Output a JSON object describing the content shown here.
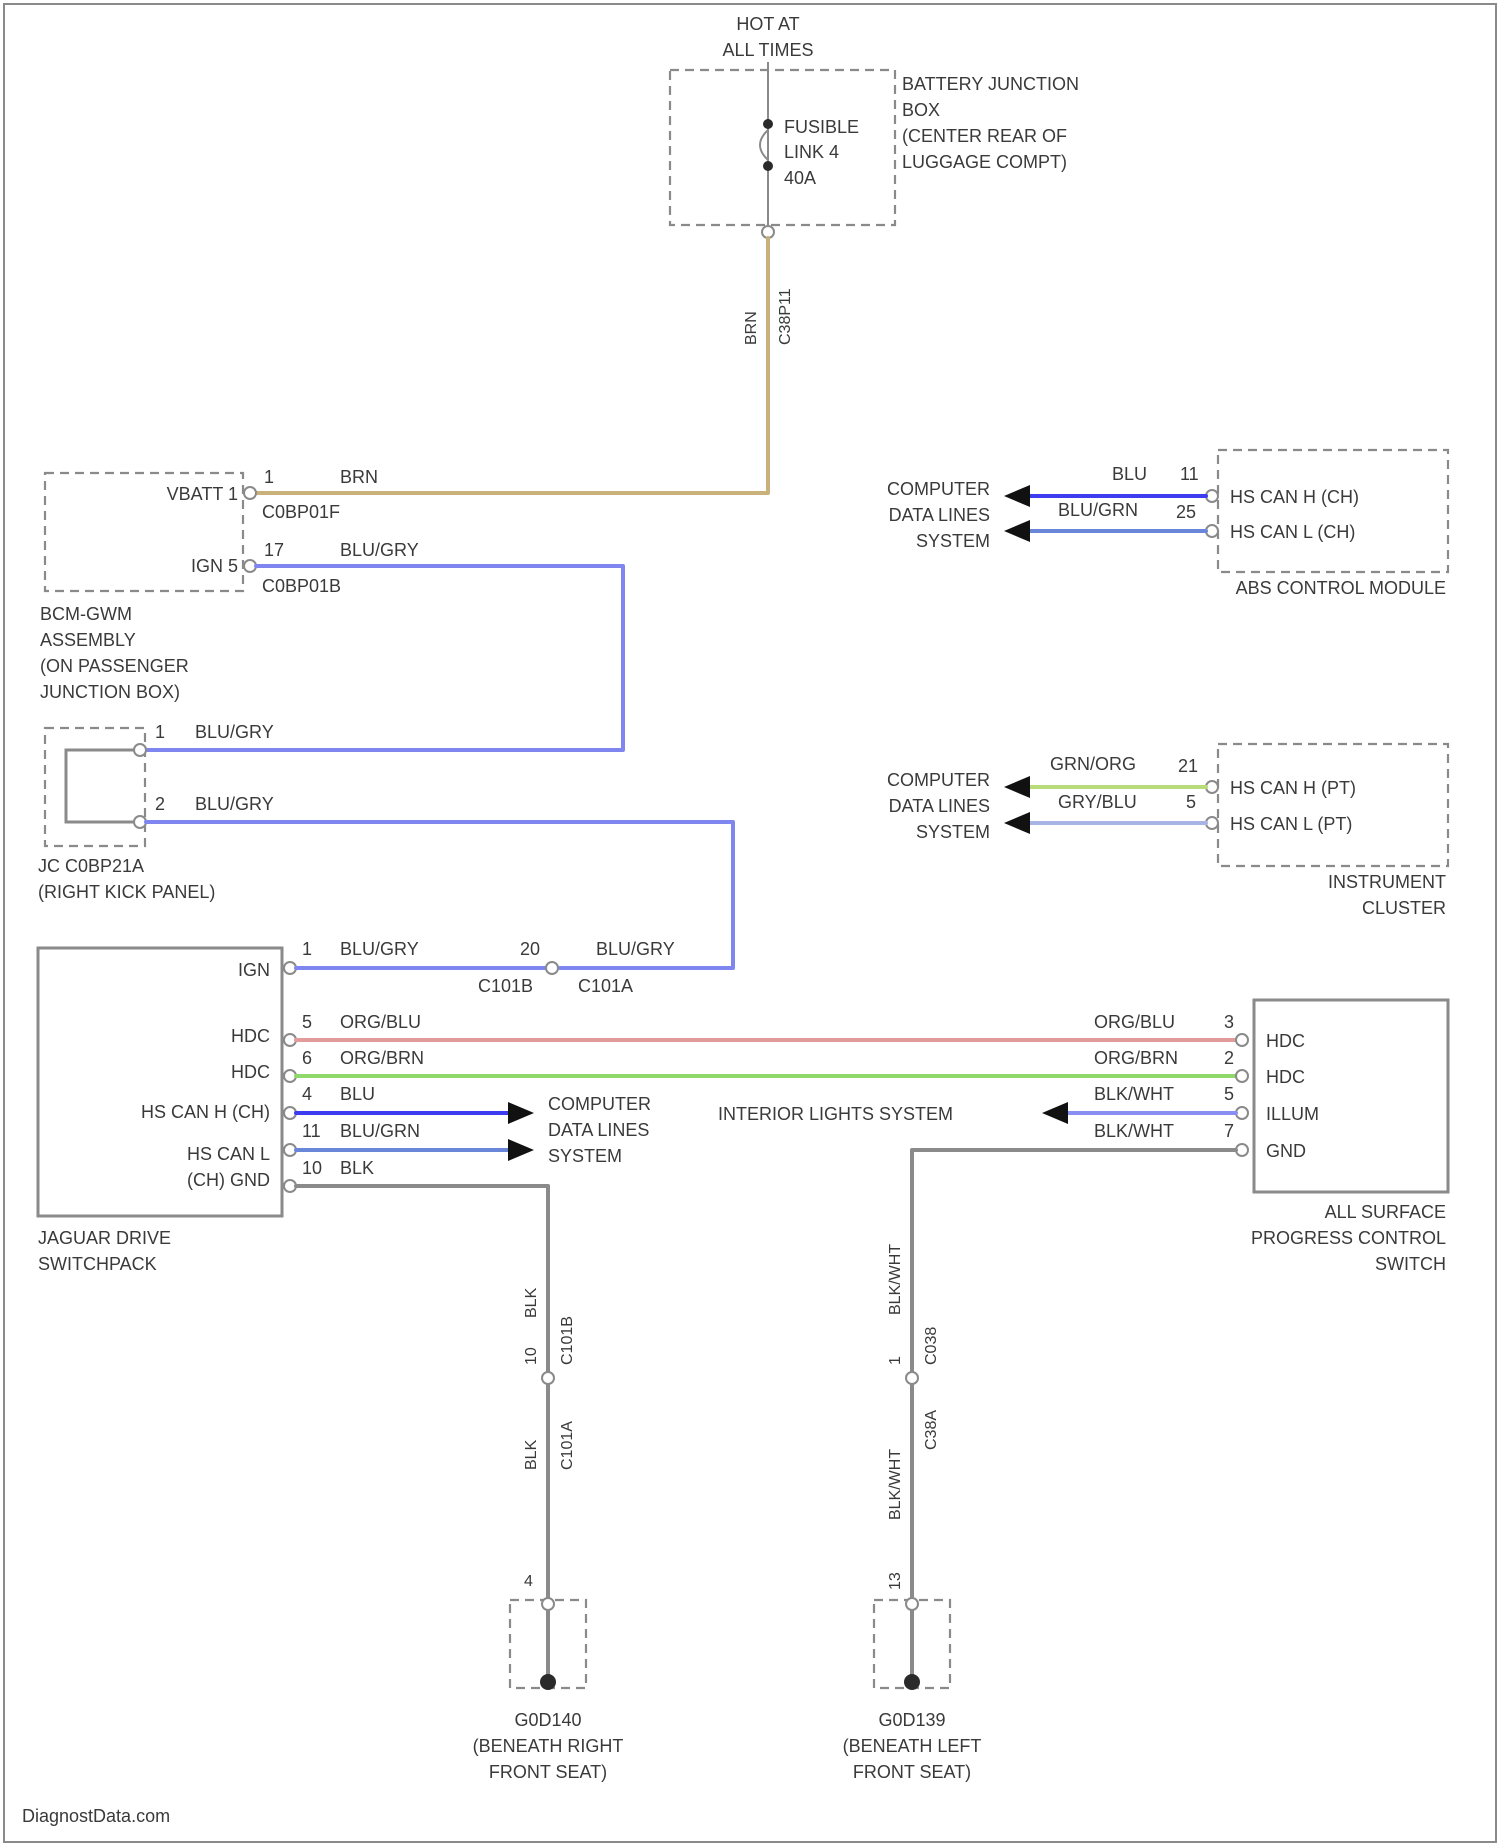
{
  "colors": {
    "brn": "#c8b27a",
    "blu_gry": "#7f86f0",
    "blu": "#3d3df0",
    "blu_grn": "#6a86d8",
    "org_blu": "#e39a9a",
    "org_brn": "#8fd86a",
    "grn_org": "#b9dc7a",
    "gry_blu": "#a9b4e6",
    "blk_wht": "#8a8ef0",
    "blk": "#8a8a8a",
    "frame": "#8a8a8a"
  },
  "power": {
    "hot_line1": "HOT AT",
    "hot_line2": "ALL TIMES",
    "bjb_line1": "BATTERY JUNCTION",
    "bjb_line2": "BOX",
    "bjb_line3": "(CENTER REAR OF",
    "bjb_line4": "LUGGAGE COMPT)",
    "fuse_line1": "FUSIBLE",
    "fuse_line2": "LINK 4",
    "fuse_line3": "40A",
    "down_wire_color": "BRN",
    "down_wire_conn": "C38P11"
  },
  "bcm": {
    "vbatt": "VBATT 1",
    "ign": "IGN 5",
    "pin1": "1",
    "pin17": "17",
    "conn1": "C0BP01F",
    "conn2": "C0BP01B",
    "wire1": "BRN",
    "wire2": "BLU/GRY",
    "label_line1": "BCM-GWM",
    "label_line2": "ASSEMBLY",
    "label_line3": "(ON PASSENGER",
    "label_line4": "JUNCTION BOX)"
  },
  "jc": {
    "pin1": "1",
    "pin2": "2",
    "wire1": "BLU/GRY",
    "wire2": "BLU/GRY",
    "label_line1": "JC C0BP21A",
    "label_line2": "(RIGHT KICK PANEL)"
  },
  "abs": {
    "pin11": "11",
    "pin25": "25",
    "wire11": "BLU",
    "wire25": "BLU/GRN",
    "can_h": "HS CAN H (CH)",
    "can_l": "HS CAN L (CH)",
    "title": "ABS CONTROL MODULE",
    "cdl_line1": "COMPUTER",
    "cdl_line2": "DATA LINES",
    "cdl_line3": "SYSTEM"
  },
  "cluster": {
    "pin21": "21",
    "pin5": "5",
    "wire21": "GRN/ORG",
    "wire5": "GRY/BLU",
    "can_h": "HS CAN H (PT)",
    "can_l": "HS CAN L (PT)",
    "title_line1": "INSTRUMENT",
    "title_line2": "CLUSTER",
    "cdl_line1": "COMPUTER",
    "cdl_line2": "DATA LINES",
    "cdl_line3": "SYSTEM"
  },
  "jdsp": {
    "ign": "IGN",
    "hdc1": "HDC",
    "hdc2": "HDC",
    "can_h": "HS CAN H (CH)",
    "can_l1": "HS CAN L",
    "can_l2": "(CH) GND",
    "pin1": "1",
    "pin5": "5",
    "pin6": "6",
    "pin4": "4",
    "pin11": "11",
    "pin10": "10",
    "w_ign": "BLU/GRY",
    "w_hdc1": "ORG/BLU",
    "w_hdc2": "ORG/BRN",
    "w_canh": "BLU",
    "w_canl": "BLU/GRN",
    "w_gnd": "BLK",
    "pin20": "20",
    "w_ign2": "BLU/GRY",
    "conn_c101b": "C101B",
    "conn_c101a": "C101A",
    "title_line1": "JAGUAR DRIVE",
    "title_line2": "SWITCHPACK",
    "cdl_line1": "COMPUTER",
    "cdl_line2": "DATA LINES",
    "cdl_line3": "SYSTEM"
  },
  "aspc": {
    "hdc1": "HDC",
    "hdc2": "HDC",
    "illum": "ILLUM",
    "gnd": "GND",
    "pin3": "3",
    "pin2": "2",
    "pin5": "5",
    "pin7": "7",
    "w1": "ORG/BLU",
    "w2": "ORG/BRN",
    "w3": "BLK/WHT",
    "w4": "BLK/WHT",
    "interior": "INTERIOR LIGHTS SYSTEM",
    "title_line1": "ALL SURFACE",
    "title_line2": "PROGRESS CONTROL",
    "title_line3": "SWITCH"
  },
  "ground_right": {
    "wire_top": "BLK",
    "pin_top": "10",
    "conn_top": "C101B",
    "wire_bot": "BLK",
    "conn_bot": "C101A",
    "pin_bot": "4",
    "name": "G0D140",
    "loc_line1": "(BENEATH RIGHT",
    "loc_line2": "FRONT SEAT)"
  },
  "ground_left": {
    "wire_top": "BLK/WHT",
    "pin_top": "1",
    "conn_top": "C038",
    "wire_bot": "BLK/WHT",
    "conn_bot": "C38A",
    "pin_bot": "13",
    "name": "G0D139",
    "loc_line1": "(BENEATH LEFT",
    "loc_line2": "FRONT SEAT)"
  },
  "watermark": "DiagnostData.com"
}
